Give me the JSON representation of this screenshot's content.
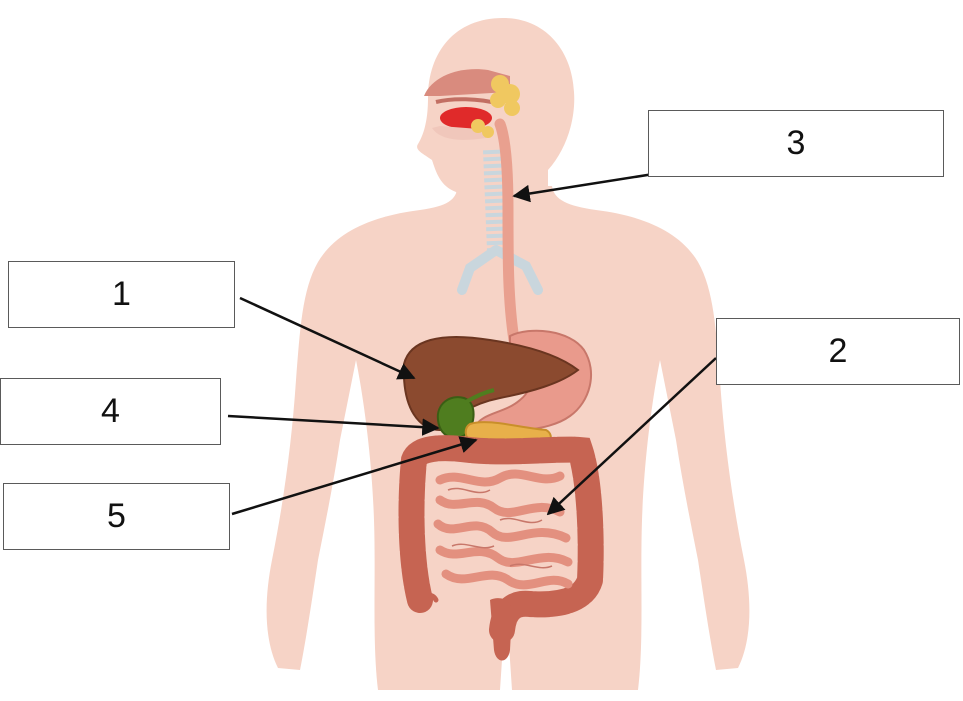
{
  "labels": [
    {
      "id": "1",
      "text": "1"
    },
    {
      "id": "2",
      "text": "2"
    },
    {
      "id": "3",
      "text": "3"
    },
    {
      "id": "4",
      "text": "4"
    },
    {
      "id": "5",
      "text": "5"
    }
  ],
  "colors": {
    "skin": "#f6d3c6",
    "liver": "#8b4a2f",
    "stomach": "#e99a8c",
    "gallbladder": "#4f7d1f",
    "pancreas": "#e8b04a",
    "small_intestine": "#e3907f",
    "large_intestine": "#c66452",
    "trachea": "#c9d6dd",
    "salivary": "#f0c860",
    "mouth": "#e02a2a",
    "arrow": "#111111"
  }
}
